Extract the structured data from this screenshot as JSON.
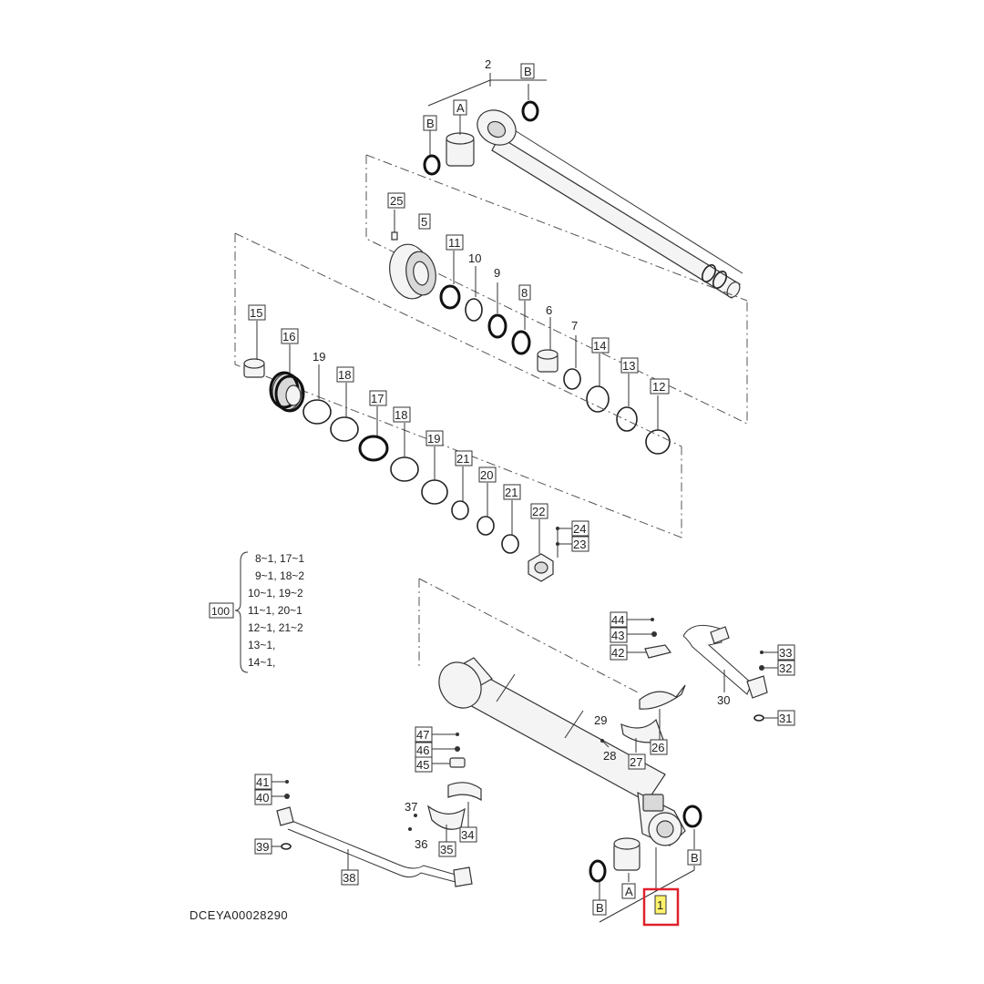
{
  "diagram": {
    "code": "DCEYA00028290",
    "kit_label": "100",
    "kit_lines": [
      "8~1, 17~1",
      "9~1, 18~2",
      "10~1, 19~2",
      "11~1, 20~1",
      "12~1, 21~2",
      "13~1,",
      "14~1,"
    ],
    "callouts": {
      "c1": "1",
      "c2": "2",
      "c5": "5",
      "c6": "6",
      "c7": "7",
      "c8": "8",
      "c9": "9",
      "c10": "10",
      "c11": "11",
      "c12": "12",
      "c13": "13",
      "c14": "14",
      "c15": "15",
      "c16": "16",
      "c17": "17",
      "c18a": "18",
      "c18b": "18",
      "c19a": "19",
      "c19b": "19",
      "c20": "20",
      "c21a": "21",
      "c21b": "21",
      "c22": "22",
      "c23": "23",
      "c24": "24",
      "c25": "25",
      "c26": "26",
      "c27": "27",
      "c28": "28",
      "c29": "29",
      "c30": "30",
      "c31": "31",
      "c32": "32",
      "c33": "33",
      "c34": "34",
      "c35": "35",
      "c36": "36",
      "c37": "37",
      "c38": "38",
      "c39": "39",
      "c40": "40",
      "c41": "41",
      "c42": "42",
      "c43": "43",
      "c44": "44",
      "c45": "45",
      "c46": "46",
      "c47": "47",
      "a_top": "A",
      "b_top_left": "B",
      "b_top_right": "B",
      "a_bottom": "A",
      "b_bottom_left": "B",
      "b_bottom_right": "B"
    },
    "highlight_color": "#e0202a"
  }
}
